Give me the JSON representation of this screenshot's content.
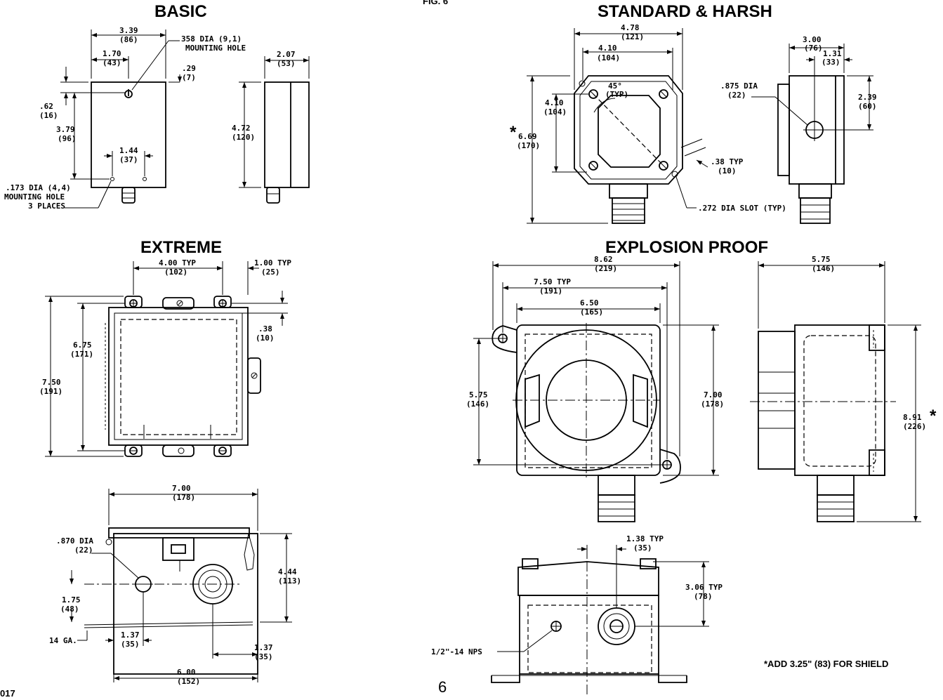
{
  "page_header": "FIG. 6",
  "page_number": "6",
  "page_corner": "017",
  "shield_note": "*ADD 3.25\" (83) FOR SHIELD",
  "asterisk": "*",
  "basic": {
    "title": "BASIC",
    "width": [
      "3.39",
      "(86)"
    ],
    "hole_offset": [
      "1.70",
      "(43)"
    ],
    "mount_hole": [
      "358 DIA (9,1)",
      "MOUNTING HOLE"
    ],
    "depth": [
      "2.07",
      "(53)"
    ],
    "top_gap": [
      ".29",
      "(7)"
    ],
    "hole_drop": [
      ".62",
      "(16)"
    ],
    "hole_span_v": [
      "3.79",
      "(96)"
    ],
    "height": [
      "4.72",
      "(120)"
    ],
    "bottom_holes": [
      "1.44",
      "(37)"
    ],
    "small_hole": [
      ".173 DIA (4,4)",
      "MOUNTING HOLE",
      "3 PLACES"
    ]
  },
  "standard": {
    "title": "STANDARD & HARSH",
    "width": [
      "4.78",
      "(121)"
    ],
    "hole_span": [
      "4.10",
      "(104)"
    ],
    "hole_span_v": [
      "4.10",
      "(104)"
    ],
    "angle": [
      "45°",
      "(TYP)"
    ],
    "height": [
      "6.69",
      "(170)"
    ],
    "slot_width": [
      ".38 TYP",
      "(10)"
    ],
    "slot": ".272 DIA SLOT (TYP)",
    "entry_dia": [
      ".875 DIA",
      "(22)"
    ],
    "depth": [
      "3.00",
      "(76)"
    ],
    "entry_offset": [
      "1.31",
      "(33)"
    ],
    "entry_height": [
      "2.39",
      "(60)"
    ]
  },
  "extreme": {
    "title": "EXTREME",
    "hole_spacing": [
      "4.00 TYP",
      "(102)"
    ],
    "hole_edge": [
      "1.00 TYP",
      "(25)"
    ],
    "hole_inset": [
      ".38",
      "(10)"
    ],
    "hole_span_v": [
      "6.75",
      "(171)"
    ],
    "height": [
      "7.50",
      "(191)"
    ],
    "width": [
      "7.00",
      "(178)"
    ],
    "entry_dia": [
      ".870 DIA",
      "(22)"
    ],
    "depth": [
      "4.44",
      "(113)"
    ],
    "entry_height": [
      "1.75",
      "(48)"
    ],
    "gauge": "14 GA.",
    "entry_offset_l": [
      "1.37",
      "(35)"
    ],
    "entry_offset_r": [
      "1.37",
      "(35)"
    ],
    "base_width": [
      "6.00",
      "(152)"
    ]
  },
  "explosion": {
    "title": "EXPLOSION PROOF",
    "overall_width": [
      "8.62",
      "(219)"
    ],
    "hole_spacing": [
      "7.50 TYP",
      "(191)"
    ],
    "body_width": [
      "6.50",
      "(165)"
    ],
    "hole_span_v": [
      "5.75",
      "(146)"
    ],
    "height": [
      "7.00",
      "(178)"
    ],
    "depth": [
      "5.75",
      "(146)"
    ],
    "side_height": [
      "8.91",
      "(226)"
    ],
    "entry_offset": [
      "1.38 TYP",
      "(35)"
    ],
    "entry_height": [
      "3.06 TYP",
      "(78)"
    ],
    "thread": "1/2\"-14 NPS"
  }
}
